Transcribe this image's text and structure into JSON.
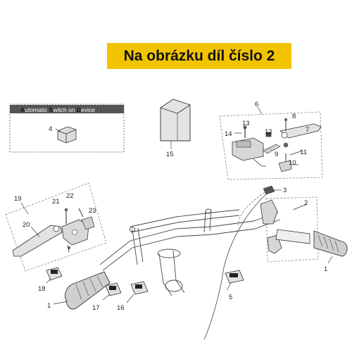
{
  "banner": {
    "text": "Na obrázku díl číslo 2"
  },
  "asd_box": {
    "parts": [
      {
        "cap": "A",
        "rest": "utomatic "
      },
      {
        "cap": "S",
        "rest": "witch on "
      },
      {
        "cap": "D",
        "rest": "evice"
      }
    ]
  },
  "callouts": {
    "n1a": "1",
    "n1b": "1",
    "n2": "2",
    "n3": "3",
    "n4": "4",
    "n5": "5",
    "n6": "6",
    "n7": "7",
    "n8": "8",
    "n9": "9",
    "n10": "10",
    "n11": "11",
    "n12": "12",
    "n13": "13",
    "n14": "14",
    "n15": "15",
    "n16": "16",
    "n17": "17",
    "n18": "18",
    "n19": "19",
    "n20": "20",
    "n21": "21",
    "n22": "22",
    "n23": "23"
  },
  "colors": {
    "banner_bg": "#f2c300",
    "label_bar": "#555555",
    "line": "#333333"
  }
}
